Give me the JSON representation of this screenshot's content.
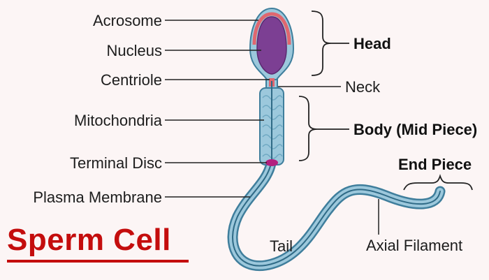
{
  "title": "Sperm Cell",
  "labels": {
    "acrosome": "Acrosome",
    "nucleus": "Nucleus",
    "centriole": "Centriole",
    "mitochondria": "Mitochondria",
    "terminal_disc": "Terminal Disc",
    "plasma_membrane": "Plasma Membrane",
    "head": "Head",
    "neck": "Neck",
    "body": "Body (Mid Piece)",
    "end_piece": "End Piece",
    "tail": "Tail",
    "axial_filament": "Axial Filament"
  },
  "colors": {
    "title": "#c40d0d",
    "cell_fill": "#9cc8dc",
    "cell_outline": "#3f7e9c",
    "nucleus": "#7c3f93",
    "acrosome": "#e0676f",
    "terminal_disc": "#b3207f",
    "background": "#fcf5f5"
  }
}
